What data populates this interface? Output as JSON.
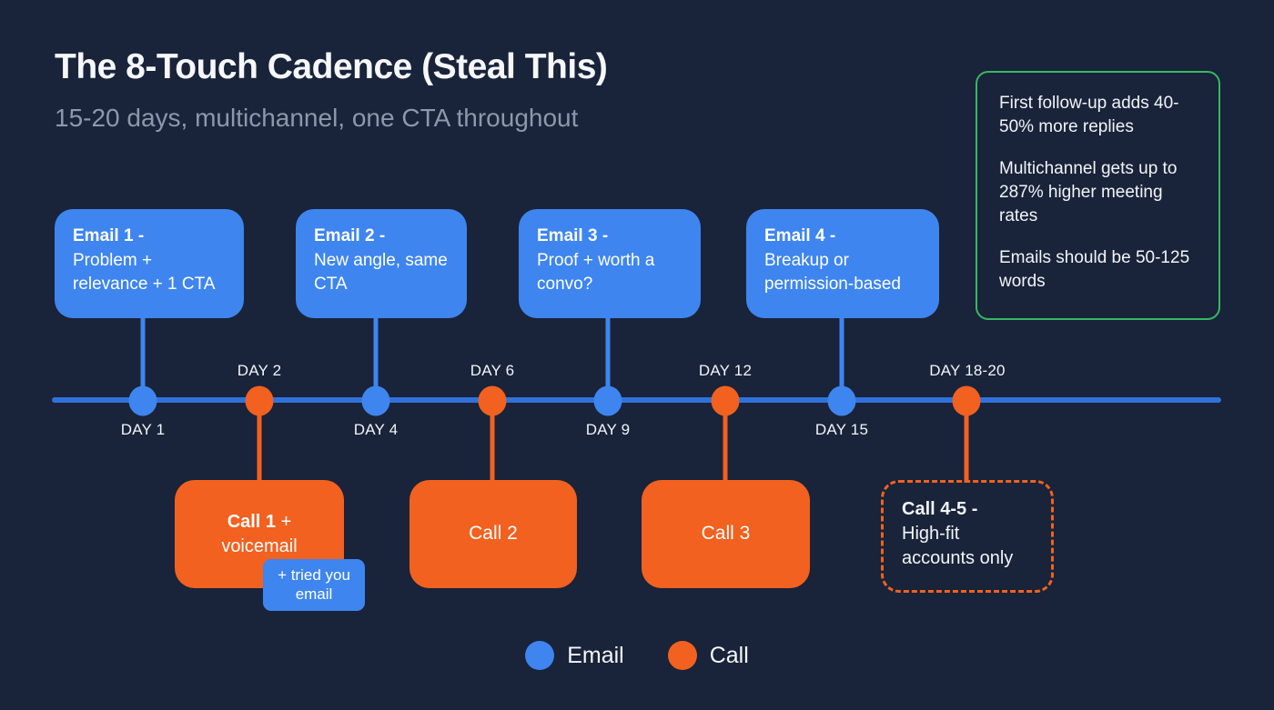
{
  "header": {
    "title": "The 8-Touch Cadence (Steal This)",
    "subtitle": "15-20 days, multichannel, one CTA throughout"
  },
  "stats_box": {
    "items": [
      "First follow-up adds 40-50% more replies",
      "Multichannel gets up to 287% higher meeting rates",
      "Emails should be 50-125 words"
    ]
  },
  "email_boxes": [
    {
      "title": "Email 1 -",
      "desc": "Problem + relevance + 1 CTA"
    },
    {
      "title": "Email 2 -",
      "desc": "New angle, same CTA"
    },
    {
      "title": "Email 3 -",
      "desc": "Proof + worth a convo?"
    },
    {
      "title": "Email 4 -",
      "desc": "Breakup or permission-based"
    }
  ],
  "call_boxes": {
    "call1": {
      "title_bold": "Call 1",
      "title_rest": " +",
      "line2": "voicemail",
      "note": "+ tried you email"
    },
    "call2": {
      "label": "Call 2"
    },
    "call3": {
      "label": "Call 3"
    },
    "call45": {
      "title_bold": "Call 4-5 -",
      "desc": "High-fit accounts only"
    }
  },
  "markers": [
    {
      "day": "DAY 1",
      "type": "email",
      "label_position": "below"
    },
    {
      "day": "DAY 2",
      "type": "call",
      "label_position": "above"
    },
    {
      "day": "DAY 4",
      "type": "email",
      "label_position": "below"
    },
    {
      "day": "DAY 6",
      "type": "call",
      "label_position": "above"
    },
    {
      "day": "DAY 9",
      "type": "email",
      "label_position": "below"
    },
    {
      "day": "DAY 12",
      "type": "call",
      "label_position": "above"
    },
    {
      "day": "DAY 15",
      "type": "email",
      "label_position": "below"
    },
    {
      "day": "DAY 18-20",
      "type": "call",
      "label_position": "above"
    }
  ],
  "legend": {
    "email_label": "Email",
    "call_label": "Call"
  },
  "colors": {
    "background": "#192339",
    "email_blue": "#3E85EF",
    "call_orange": "#F2611F",
    "timeline_blue": "#2E72DC",
    "accent_green": "#36B863",
    "subtitle_gray": "#8E98AB",
    "text_white": "#F5F7FA"
  }
}
